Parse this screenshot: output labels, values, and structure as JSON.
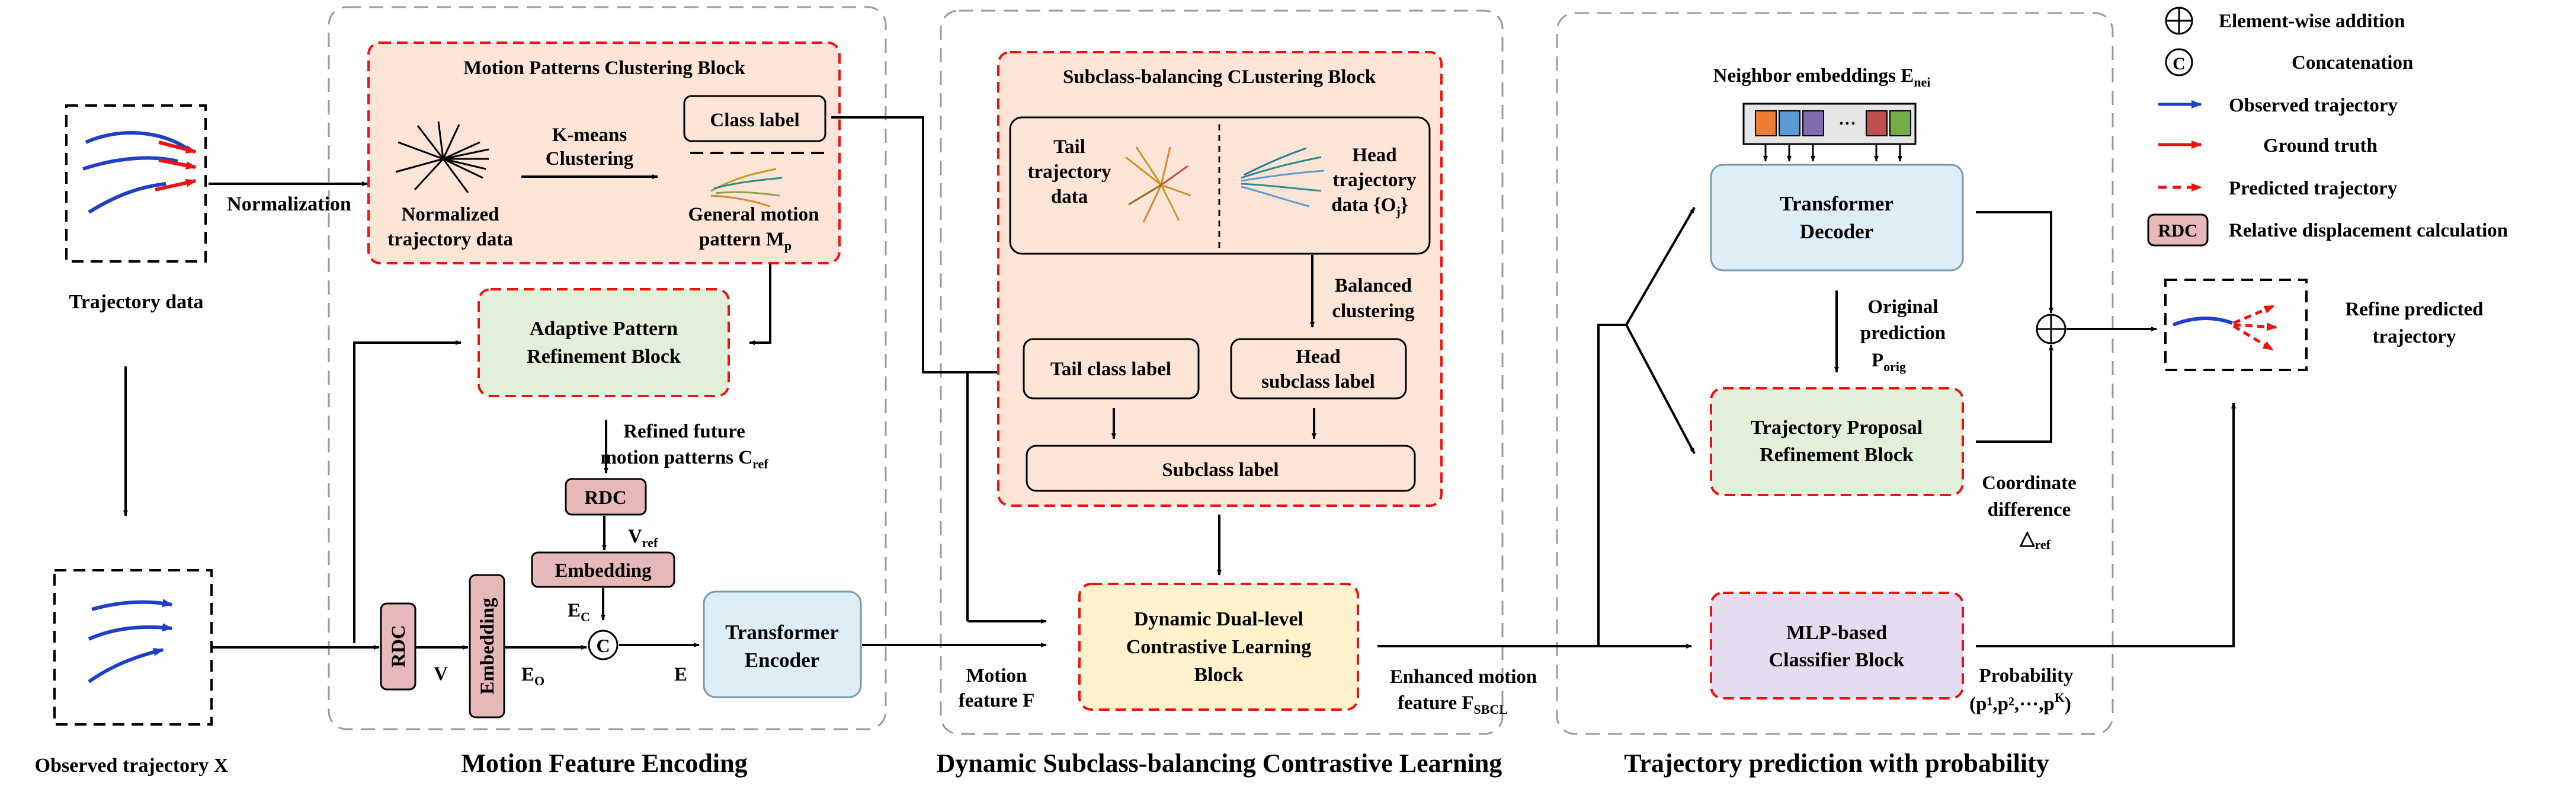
{
  "sections": {
    "motion_feature_encoding": "Motion Feature Encoding",
    "dsbcl": "Dynamic Subclass-balancing Contrastive Learning",
    "trajectory_prediction": "Trajectory prediction with probability"
  },
  "inputs": {
    "trajectory_data": "Trajectory data",
    "observed_trajectory": "Observed trajectory X",
    "normalization": "Normalization"
  },
  "mpc_block": {
    "title": "Motion Patterns Clustering Block",
    "kmeans_1": "K-means",
    "kmeans_2": "Clustering",
    "class_label": "Class label",
    "normalized_1": "Normalized",
    "normalized_2": "trajectory data",
    "general_1": "General motion",
    "general_2": "pattern M",
    "general_sub": "p"
  },
  "apr_block": {
    "line1": "Adaptive Pattern",
    "line2": "Refinement Block",
    "refined_1": "Refined future",
    "refined_2": "motion patterns C",
    "refined_sub": "ref"
  },
  "encoding": {
    "rdc": "RDC",
    "v_ref": "V",
    "v_ref_sub": "ref",
    "embedding": "Embedding",
    "e_c": "E",
    "e_c_sub": "C",
    "concat_symbol": "C",
    "rdc_vertical": "RDC",
    "v_label": "V",
    "embedding_vertical": "Embedding",
    "e_o": "E",
    "e_o_sub": "O",
    "e_label": "E",
    "transformer_encoder_1": "Transformer",
    "transformer_encoder_2": "Encoder",
    "motion_feature_1": "Motion",
    "motion_feature_2": "feature F"
  },
  "sbc_block": {
    "title": "Subclass-balancing CLustering Block",
    "tail_1": "Tail",
    "tail_2": "trajectory",
    "tail_3": "data",
    "head_1": "Head",
    "head_2": "trajectory",
    "head_3": "data {O",
    "head_sub": "j",
    "head_end": "}",
    "balanced_1": "Balanced",
    "balanced_2": "clustering",
    "tail_class_label": "Tail class label",
    "head_subclass_1": "Head",
    "head_subclass_2": "subclass label",
    "subclass_label": "Subclass label"
  },
  "ddcl_block": {
    "line1": "Dynamic Dual-level",
    "line2": "Contrastive Learning",
    "line3": "Block",
    "enhanced_1": "Enhanced motion",
    "enhanced_2": "feature F",
    "enhanced_sub": "SBCL"
  },
  "prediction": {
    "neighbor": "Neighbor embeddings E",
    "neighbor_sub": "nei",
    "neighbor_dots": "···",
    "decoder_1": "Transformer",
    "decoder_2": "Decoder",
    "original_1": "Original",
    "original_2": "prediction",
    "original_3": "P",
    "original_sub": "orig",
    "tpr_1": "Trajectory Proposal",
    "tpr_2": "Refinement Block",
    "coord_1": "Coordinate",
    "coord_2": "difference",
    "coord_3": "△",
    "coord_sub": "ref",
    "mlp_1": "MLP-based",
    "mlp_2": "Classifier Block",
    "prob_1": "Probability",
    "prob_2": "(p¹,p²,···,p",
    "prob_sup": "K",
    "prob_end": ")",
    "refine_1": "Refine predicted",
    "refine_2": "trajectory"
  },
  "legend": {
    "element_wise": "Element-wise addition",
    "concatenation": "Concatenation",
    "observed": "Observed trajectory",
    "ground_truth": "Ground truth",
    "predicted": "Predicted trajectory",
    "rdc": "RDC",
    "rdc_desc": "Relative displacement calculation",
    "concat_symbol": "C"
  },
  "colors": {
    "peach_fill": "#fce4d6",
    "green_fill": "#e2efd9",
    "blue_fill": "#deeef7",
    "purple_fill": "#e6dcef",
    "rdc_fill": "#e6b8b7",
    "yellow_fill": "#fff2cc",
    "red_dash": "#ee1111",
    "gray_dash": "#999999",
    "observed_blue": "#1f3fc9",
    "ground_truth_red": "#ee1111",
    "neighbor_orange": "#ed7d31",
    "neighbor_blue": "#5b9bd5",
    "neighbor_purple": "#7f6bb0",
    "neighbor_red": "#c0504d",
    "neighbor_green": "#70ad47"
  }
}
